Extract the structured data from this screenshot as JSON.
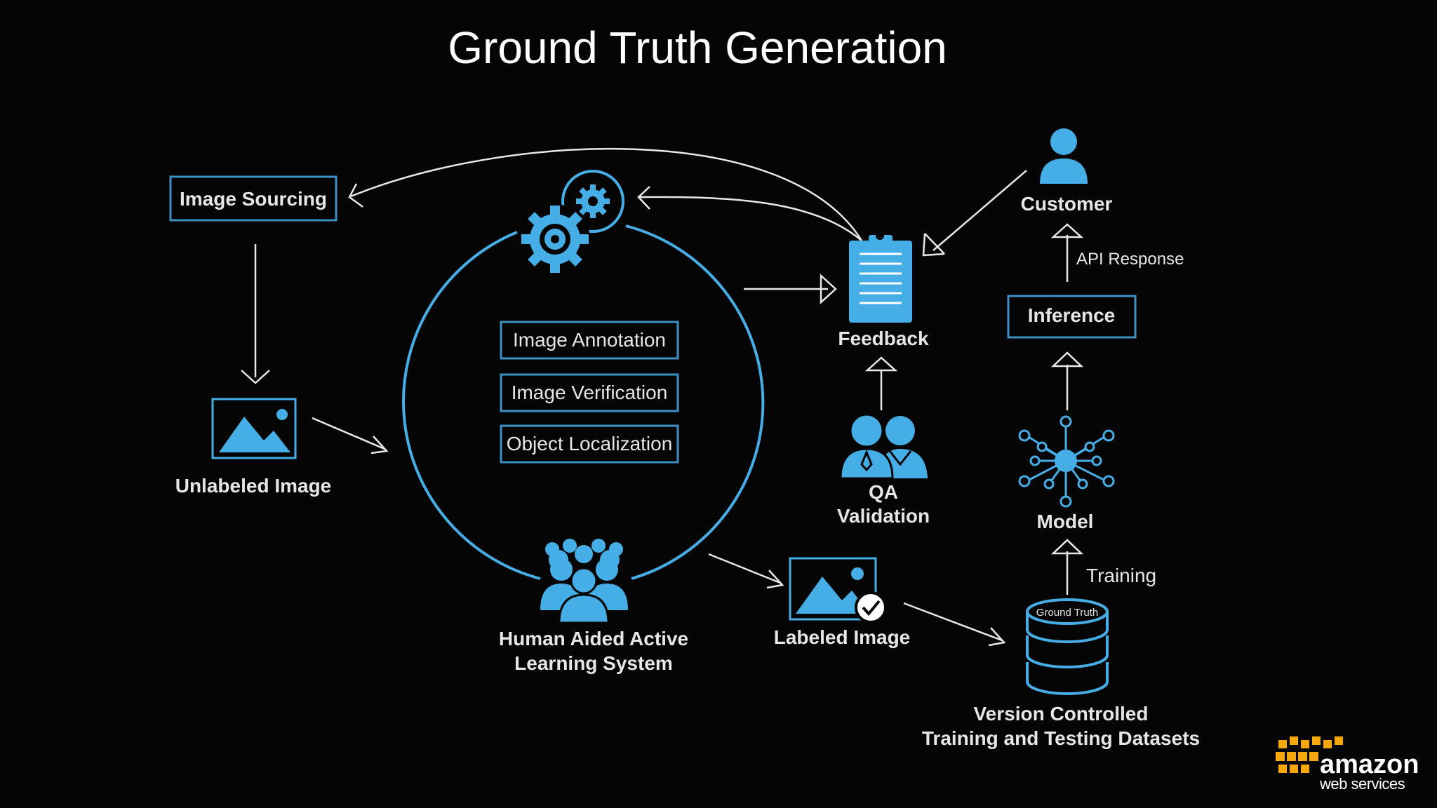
{
  "title": "Ground Truth Generation",
  "colors": {
    "accent": "#45aee6",
    "background": "#050505",
    "text": "#e6e6e6",
    "logo": "#f7a80d"
  },
  "nodes": {
    "image_sourcing": "Image Sourcing",
    "unlabeled_image": "Unlabeled  Image",
    "tasks": [
      "Image Annotation",
      "Image Verification",
      "Object Localization"
    ],
    "hals_line1": "Human Aided Active",
    "hals_line2": "Learning System",
    "labeled_image": "Labeled Image",
    "feedback": "Feedback",
    "qa_line1": "QA",
    "qa_line2": "Validation",
    "customer": "Customer",
    "api_response": "API Response",
    "inference": "Inference",
    "model": "Model",
    "training": "Training",
    "db_label": "Ground Truth",
    "datasets_line1": "Version Controlled",
    "datasets_line2": "Training and Testing Datasets"
  },
  "logo": {
    "word": "amazon",
    "sub": "web services"
  }
}
